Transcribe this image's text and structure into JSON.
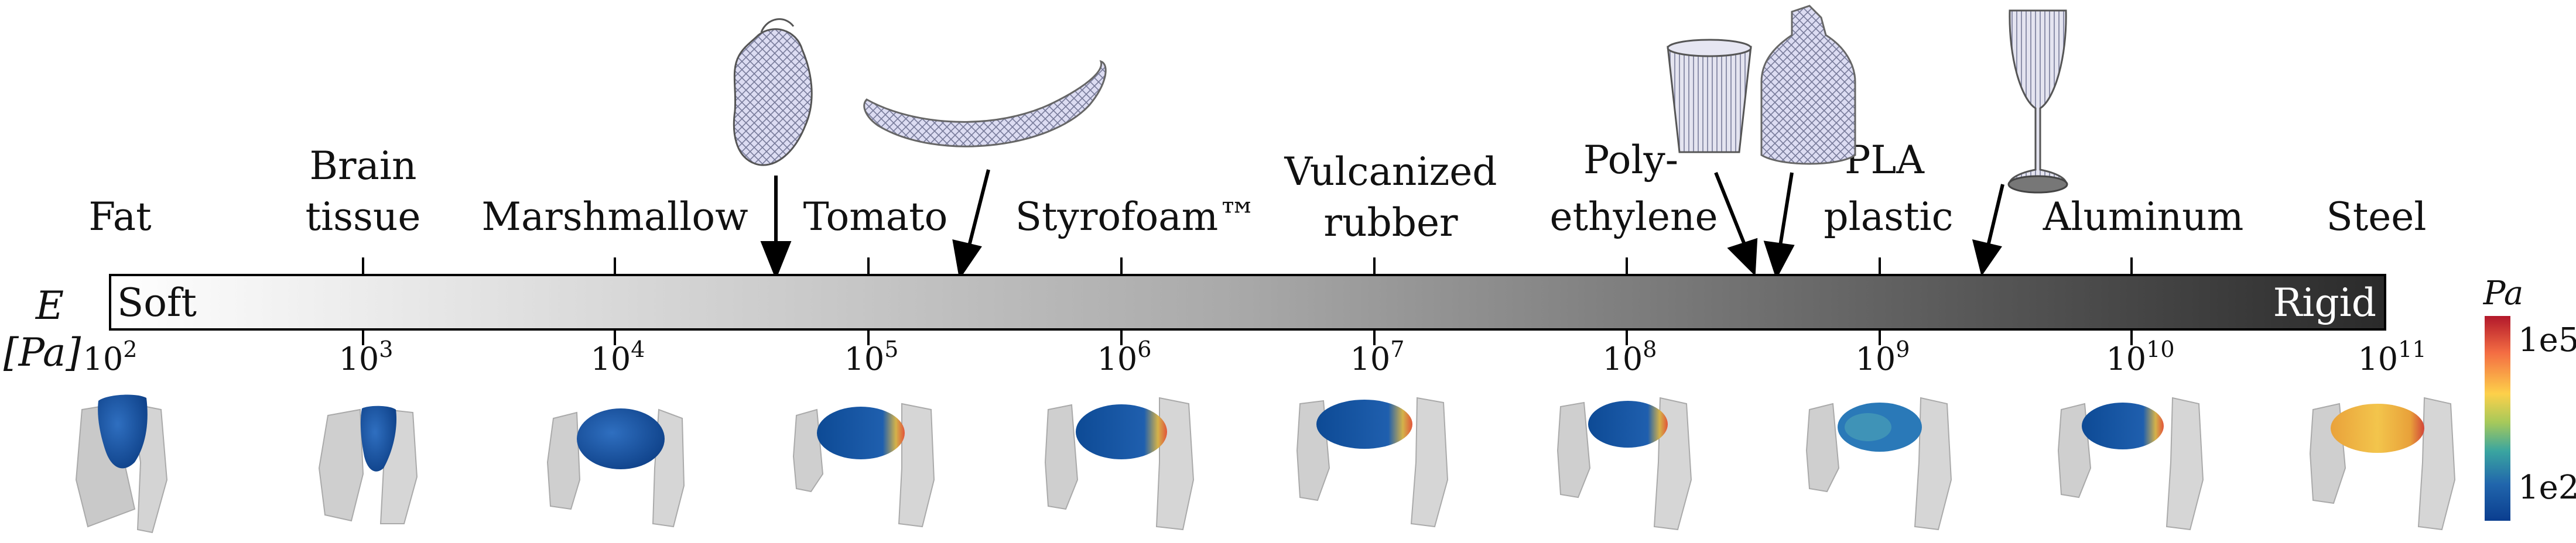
{
  "scale": {
    "axis_symbol": "E",
    "axis_unit": "[Pa]",
    "soft_label": "Soft",
    "rigid_label": "Rigid",
    "ticks": [
      {
        "base": "10",
        "exp": "2"
      },
      {
        "base": "10",
        "exp": "3"
      },
      {
        "base": "10",
        "exp": "4"
      },
      {
        "base": "10",
        "exp": "5"
      },
      {
        "base": "10",
        "exp": "6"
      },
      {
        "base": "10",
        "exp": "7"
      },
      {
        "base": "10",
        "exp": "8"
      },
      {
        "base": "10",
        "exp": "9"
      },
      {
        "base": "10",
        "exp": "10"
      },
      {
        "base": "10",
        "exp": "11"
      }
    ]
  },
  "materials": [
    {
      "line1": "Fat",
      "line2": ""
    },
    {
      "line1": "Brain",
      "line2": "tissue"
    },
    {
      "line1": "Marshmallow",
      "line2": ""
    },
    {
      "line1": "Tomato",
      "line2": ""
    },
    {
      "line1": "Styrofoam™",
      "line2": ""
    },
    {
      "line1": "Vulcanized",
      "line2": "rubber"
    },
    {
      "line1": "Poly-",
      "line2": "ethylene"
    },
    {
      "line1": "PLA",
      "line2": "plastic"
    },
    {
      "line1": "Aluminum",
      "line2": ""
    },
    {
      "line1": "Steel",
      "line2": ""
    }
  ],
  "objects": [
    "heart",
    "banana",
    "cup",
    "bottle",
    "wine-glass"
  ],
  "colorbar": {
    "title": "Pa",
    "max_label": "1e5",
    "min_label": "1e2",
    "colors": [
      "#b2182b",
      "#f46d43",
      "#fdd04a",
      "#a6c95a",
      "#3aa5a0",
      "#2166ac",
      "#0a3d8f"
    ]
  }
}
